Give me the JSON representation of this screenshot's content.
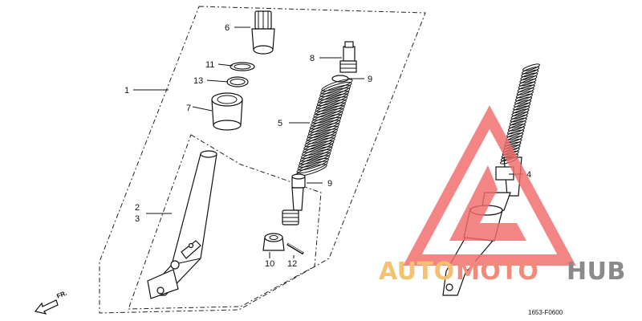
{
  "callouts": {
    "c1": "1",
    "c2": "2",
    "c3": "3",
    "c4": "4",
    "c5": "5",
    "c6": "6",
    "c7": "7",
    "c8": "8",
    "c9a": "9",
    "c9b": "9",
    "c10": "10",
    "c11": "11",
    "c12": "12",
    "c13": "13"
  },
  "direction_label": "FR.",
  "diagram_code": "1653-F0600",
  "watermark": {
    "part1": "AUTO",
    "part2": "MOTO",
    "part3": "HUB",
    "triangle_color": "#f26b6b",
    "text_colors": [
      "#f4c170",
      "#f08a7a",
      "#8a8a8a"
    ]
  }
}
